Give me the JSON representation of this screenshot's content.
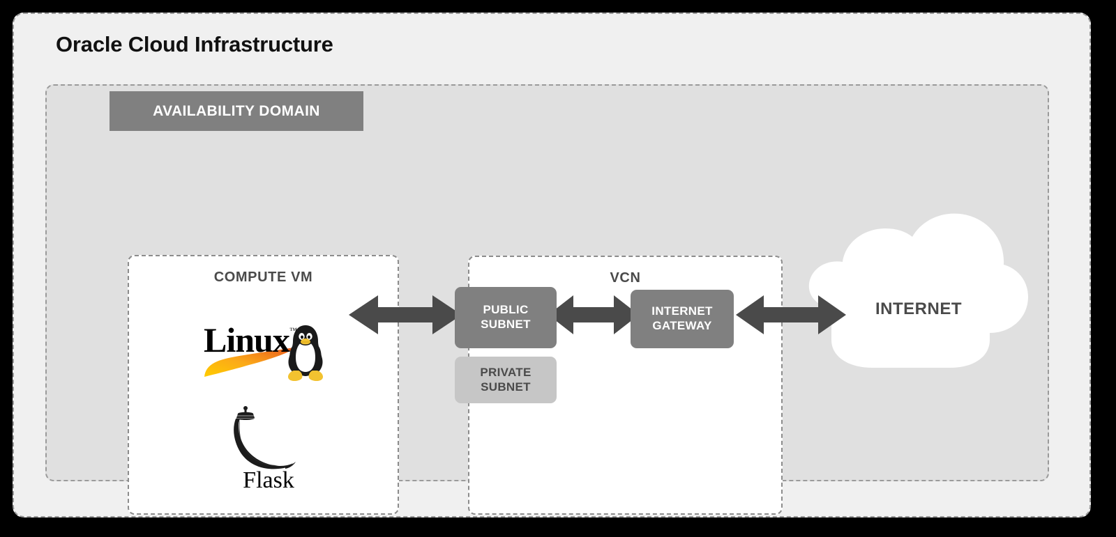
{
  "diagram": {
    "title": "Oracle Cloud Infrastructure",
    "availability_domain": {
      "label": "AVAILABILITY DOMAIN"
    },
    "groups": {
      "compute": {
        "title": "COMPUTE VM"
      },
      "vcn": {
        "title": "VCN"
      }
    },
    "nodes": {
      "public_subnet": {
        "label": "PUBLIC\nSUBNET",
        "line1": "PUBLIC",
        "line2": "SUBNET"
      },
      "private_subnet": {
        "label": "PRIVATE\nSUBNET",
        "line1": "PRIVATE",
        "line2": "SUBNET"
      },
      "internet_gateway": {
        "label": "INTERNET\nGATEWAY",
        "line1": "INTERNET",
        "line2": "GATEWAY"
      },
      "internet": {
        "label": "INTERNET"
      }
    },
    "logos": {
      "linux": {
        "wordmark": "Linux",
        "trademark": "™",
        "icon_name": "tux-penguin"
      },
      "flask": {
        "wordmark": "Flask",
        "icon_name": "drinking-horn"
      }
    },
    "connections": [
      {
        "name": "compute-vm-to-public-subnet",
        "from": "COMPUTE VM",
        "to": "PUBLIC SUBNET",
        "bidirectional": true
      },
      {
        "name": "public-subnet-to-internet-gateway",
        "from": "PUBLIC SUBNET",
        "to": "INTERNET GATEWAY",
        "bidirectional": true
      },
      {
        "name": "internet-gateway-to-internet",
        "from": "INTERNET GATEWAY",
        "to": "INTERNET",
        "bidirectional": true
      }
    ],
    "colors": {
      "canvas": "#000000",
      "panel_bg": "#f0f0f0",
      "availability_domain_bg": "#e0e0e0",
      "group_bg": "#ffffff",
      "dashed_border": "#9a9a9a",
      "node_gray": "#808080",
      "node_light_gray": "#c6c6c6",
      "arrow_gray": "#4a4a4a",
      "cloud_white": "#ffffff",
      "text_dark": "#4a4a4a",
      "text_white": "#ffffff",
      "linux_swoosh_start": "#ffcc00",
      "linux_swoosh_end": "#e8541d",
      "tux_body": "#1a1a1a",
      "tux_belly": "#ffffff",
      "tux_feet": "#f2c230"
    }
  }
}
